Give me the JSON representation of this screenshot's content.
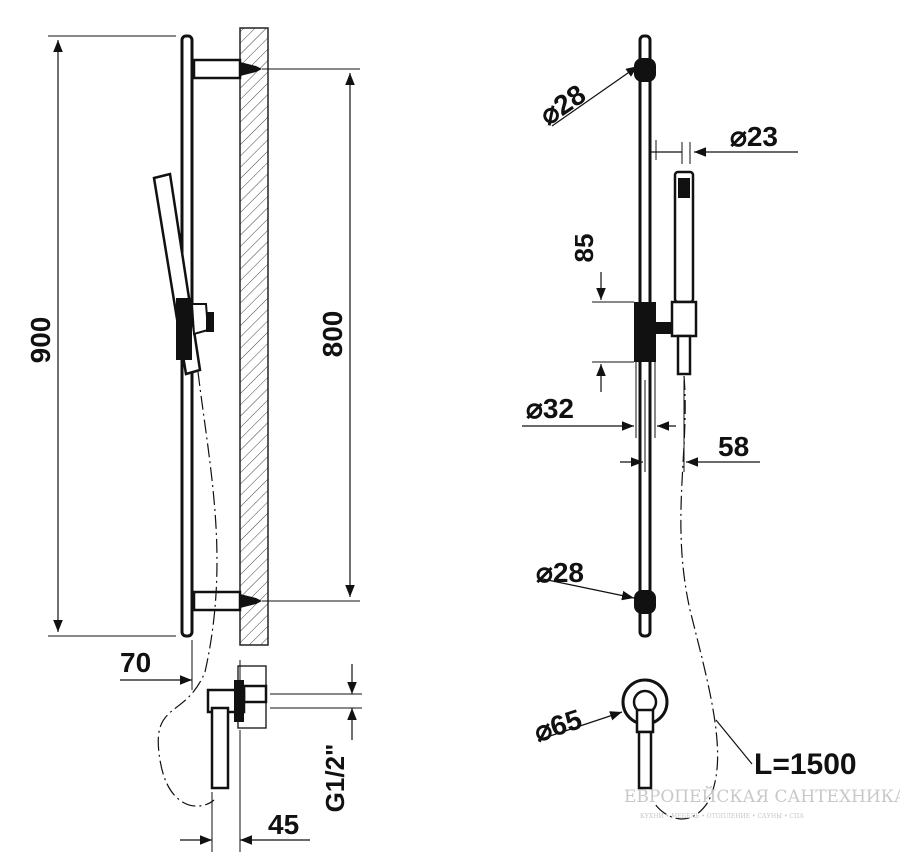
{
  "drawing": {
    "side_view": {
      "dim_total_height": "900",
      "dim_bracket_spacing": "800",
      "dim_outlet_offset": "70",
      "dim_outlet_depth": "45",
      "dim_thread": "G1/2\""
    },
    "front_view": {
      "dim_bracket_top": "28",
      "dim_rail": "23",
      "dim_slider_height": "85",
      "dim_slider": "32",
      "dim_projection": "58",
      "dim_bracket_bottom": "28",
      "dim_outlet_flange": "65",
      "hose_length": "L=1500"
    },
    "diameter_symbol": "⌀"
  },
  "watermark": {
    "title": "ЕВРОПЕЙСКАЯ САНТЕХНИКА",
    "subtitle": "КУХНИ • МЕБЕЛЬ • ОТОПЛЕНИЕ • САУНЫ • СПА"
  }
}
